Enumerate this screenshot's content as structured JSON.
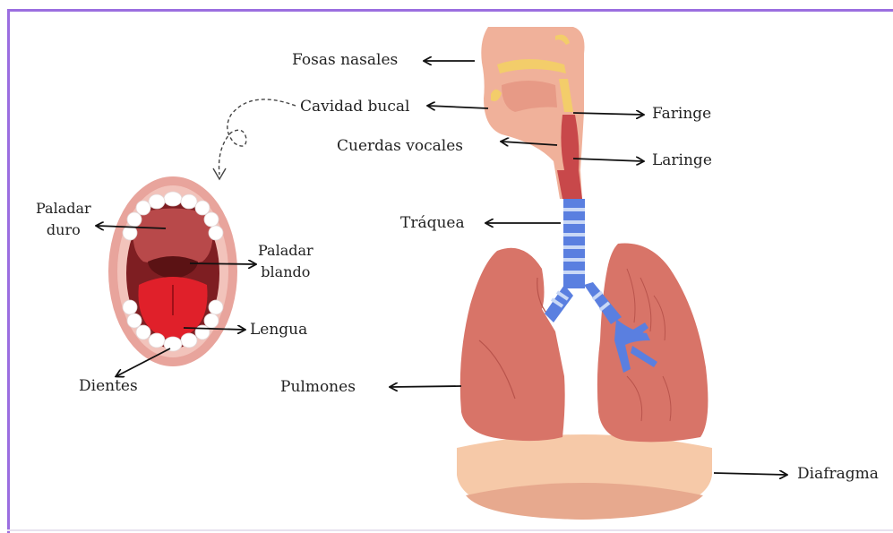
{
  "labels": {
    "fosas_nasales": "Fosas nasales",
    "cavidad_bucal": "Cavidad bucal",
    "cuerdas_vocales": "Cuerdas vocales",
    "faringe": "Faringe",
    "laringe": "Laringe",
    "traquea": "Tráquea",
    "pulmones": "Pulmones",
    "diafragma": "Diafragma",
    "paladar_duro_1": "Paladar",
    "paladar_duro_2": "duro",
    "paladar_blando_1": "Paladar",
    "paladar_blando_2": "blando",
    "lengua": "Lengua",
    "dientes": "Dientes"
  },
  "colors": {
    "border": "#9b6ee0",
    "lung": "#d87468",
    "lung_dark": "#b9544c",
    "trachea": "#5a7fe0",
    "diaphragm": "#f6c9a8",
    "head_tissue": "#f0b19a",
    "throat": "#c8484a",
    "mouth_lip": "#e8a49c",
    "tongue": "#e0202a",
    "teeth": "#ffffff"
  }
}
